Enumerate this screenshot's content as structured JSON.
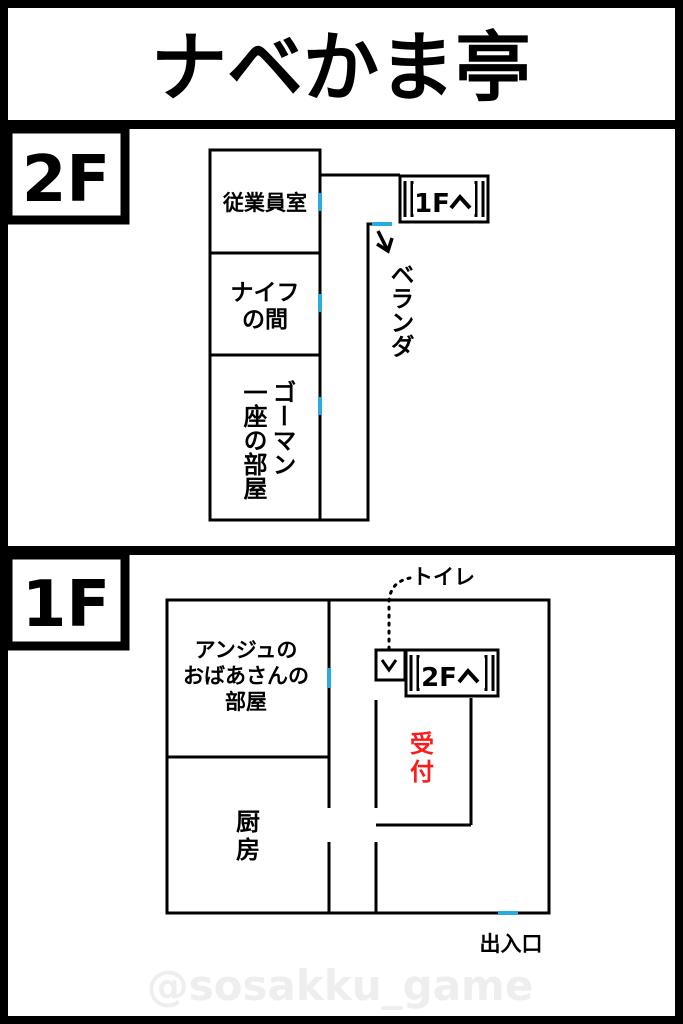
{
  "title": "ナベかま亭",
  "colors": {
    "frame": "#000000",
    "background": "#ffffff",
    "door": "#29abe2",
    "reception": "#ff1a1a",
    "watermark": "#eeeeee"
  },
  "floors": {
    "f2": {
      "badge": "2F",
      "rooms": {
        "staff_room": "従業員室",
        "knife_room": [
          "ナイフ",
          "の間"
        ],
        "gorman_room": {
          "col_right": "ゴーマン",
          "col_left": "一座の部屋"
        }
      },
      "stairs_label": "1F",
      "veranda": "ベランダ"
    },
    "f1": {
      "badge": "1F",
      "rooms": {
        "grandma_room": [
          "アンジュの",
          "おばあさんの",
          "部屋"
        ],
        "kitchen": [
          "厨",
          "房"
        ],
        "reception": [
          "受",
          "付"
        ]
      },
      "stairs_label": "2F",
      "toilet": "トイレ",
      "entrance": "出入口"
    }
  },
  "watermark": "@sosakku_game"
}
